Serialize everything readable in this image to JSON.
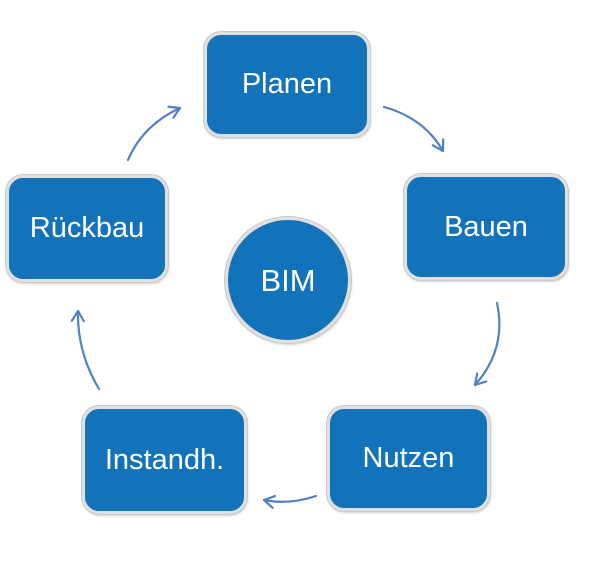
{
  "diagram": {
    "type": "cycle",
    "center": {
      "label": "BIM"
    },
    "nodes": [
      {
        "id": "planen",
        "label": "Planen"
      },
      {
        "id": "bauen",
        "label": "Bauen"
      },
      {
        "id": "nutzen",
        "label": "Nutzen"
      },
      {
        "id": "instandh",
        "label": "Instandh."
      },
      {
        "id": "rueckbau",
        "label": "Rückbau"
      }
    ],
    "arrows": [
      {
        "from": "Rückbau",
        "to": "Planen"
      },
      {
        "from": "Planen",
        "to": "Bauen"
      },
      {
        "from": "Bauen",
        "to": "Nutzen"
      },
      {
        "from": "Nutzen",
        "to": "Instandh."
      },
      {
        "from": "Instandh.",
        "to": "Rückbau"
      }
    ]
  },
  "colors": {
    "node_fill": "#1272ba",
    "node_border": "#e0e0e0",
    "node_border_outer": "#c9c9c9",
    "node_text": "#ffffff",
    "arrow": "#4f81bd",
    "background": "#ffffff"
  }
}
